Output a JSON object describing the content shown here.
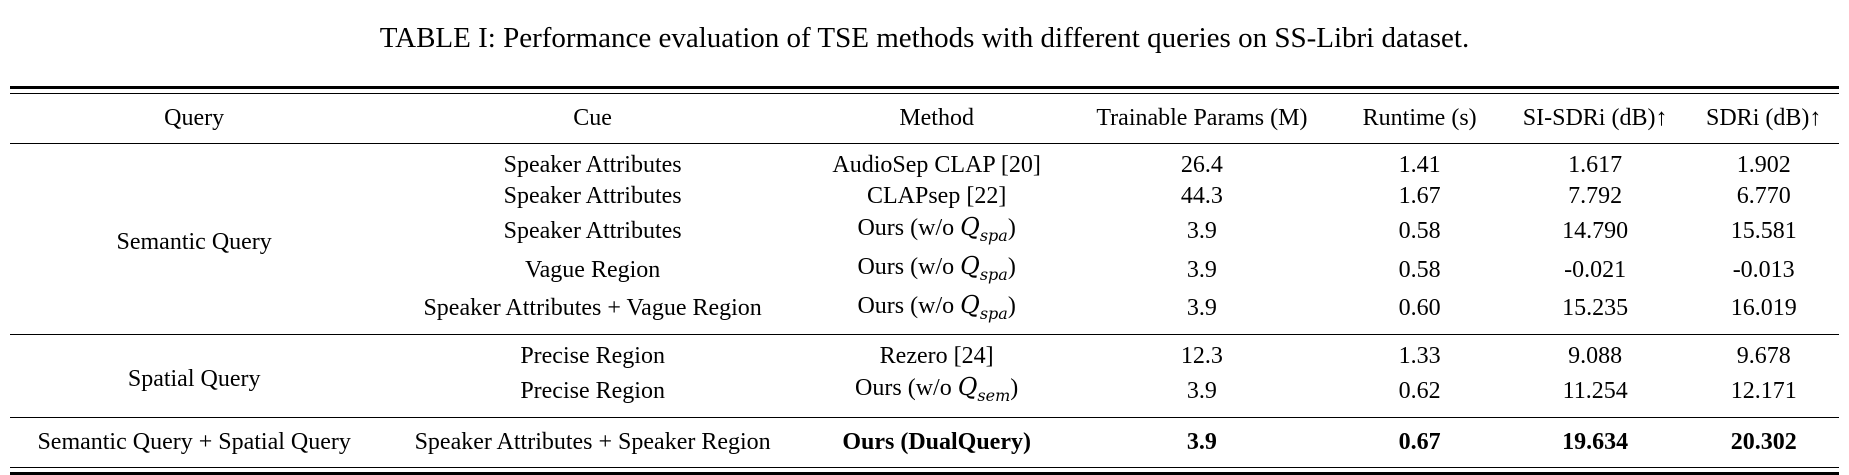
{
  "caption": "TABLE I: Performance evaluation of TSE methods with different queries on SS-Libri dataset.",
  "headers": {
    "query": "Query",
    "cue": "Cue",
    "method": "Method",
    "params": "Trainable Params (M)",
    "runtime": "Runtime (s)",
    "sisdri": "SI-SDRi (dB)↑",
    "sdri": "SDRi (dB)↑"
  },
  "groups": [
    {
      "query": "Semantic Query",
      "rows": [
        {
          "cue": "Speaker Attributes",
          "method": "AudioSep CLAP [20]",
          "params": "26.4",
          "runtime": "1.41",
          "sisdri": "1.617",
          "sdri": "1.902"
        },
        {
          "cue": "Speaker Attributes",
          "method": "CLAPsep [22]",
          "params": "44.3",
          "runtime": "1.67",
          "sisdri": "7.792",
          "sdri": "6.770"
        },
        {
          "cue": "Speaker Attributes",
          "method_prefix": "Ours (w/o ",
          "method_var": "Q",
          "method_sub": "spa",
          "method_suffix": ")",
          "params": "3.9",
          "runtime": "0.58",
          "sisdri": "14.790",
          "sdri": "15.581"
        },
        {
          "cue": "Vague Region",
          "method_prefix": "Ours (w/o ",
          "method_var": "Q",
          "method_sub": "spa",
          "method_suffix": ")",
          "params": "3.9",
          "runtime": "0.58",
          "sisdri": "-0.021",
          "sdri": "-0.013"
        },
        {
          "cue": "Speaker Attributes + Vague Region",
          "method_prefix": "Ours (w/o ",
          "method_var": "Q",
          "method_sub": "spa",
          "method_suffix": ")",
          "params": "3.9",
          "runtime": "0.60",
          "sisdri": "15.235",
          "sdri": "16.019"
        }
      ]
    },
    {
      "query": "Spatial Query",
      "rows": [
        {
          "cue": "Precise Region",
          "method": "Rezero [24]",
          "params": "12.3",
          "runtime": "1.33",
          "sisdri": "9.088",
          "sdri": "9.678"
        },
        {
          "cue": "Precise Region",
          "method_prefix": "Ours (w/o ",
          "method_var": "Q",
          "method_sub": "sem",
          "method_suffix": ")",
          "params": "3.9",
          "runtime": "0.62",
          "sisdri": "11.254",
          "sdri": "12.171"
        }
      ]
    }
  ],
  "best": {
    "query": "Semantic Query + Spatial Query",
    "cue": "Speaker Attributes + Speaker Region",
    "method": "Ours (DualQuery)",
    "params": "3.9",
    "runtime": "0.67",
    "sisdri": "19.634",
    "sdri": "20.302"
  }
}
